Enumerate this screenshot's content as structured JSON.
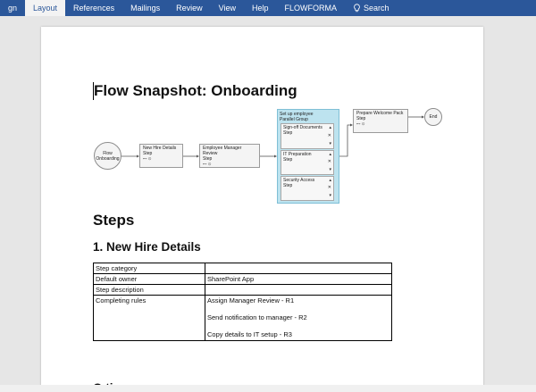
{
  "ribbon": {
    "tabs": [
      {
        "label": "gn"
      },
      {
        "label": "Layout"
      },
      {
        "label": "References"
      },
      {
        "label": "Mailings"
      },
      {
        "label": "Review"
      },
      {
        "label": "View"
      },
      {
        "label": "Help"
      },
      {
        "label": "FLOWFORMA"
      }
    ],
    "active_tab": "Layout",
    "search_label": "Search",
    "search_icon": "lightbulb-icon",
    "colors": {
      "ribbon": "#2b579a",
      "active_tab_bg": "#f3f3f3",
      "active_tab_text": "#2b579a"
    }
  },
  "document": {
    "title": "Flow Snapshot: Onboarding",
    "steps_heading": "Steps",
    "step1_heading": "1. New Hire Details",
    "next_heading_partial": "Q    ti"
  },
  "flow": {
    "start": "Flow\nOnboarding",
    "end": "End",
    "nodes": {
      "new_hire": {
        "title": "New Hire Details",
        "type": "Step",
        "icons": "⊷ ⊙"
      },
      "manager_review": {
        "title": "Employee Manager Review",
        "type": "Step",
        "icons": "⊷ ⊙"
      },
      "welcome_pack": {
        "title": "Prepare Welcome Pack",
        "type": "Step",
        "icons": "⊷ ⊙"
      }
    },
    "group": {
      "title": "Set up employee",
      "subtitle": "Parallel Group",
      "items": [
        {
          "title": "Sign-off Documents",
          "type": "Step"
        },
        {
          "title": "IT Preparation",
          "type": "Step"
        },
        {
          "title": "Security Access",
          "type": "Step"
        }
      ],
      "colors": {
        "fill": "#bde3ef",
        "border": "#7fbfd6"
      }
    }
  },
  "table": {
    "rows": [
      {
        "label": "Step category",
        "value": ""
      },
      {
        "label": "Default owner",
        "value": "SharePoint App"
      },
      {
        "label": "Step description",
        "value": ""
      },
      {
        "label": "Completing rules",
        "values": [
          "Assign Manager Review - R1",
          "Send notification to manager - R2",
          "Copy details to IT setup - R3"
        ]
      }
    ]
  }
}
